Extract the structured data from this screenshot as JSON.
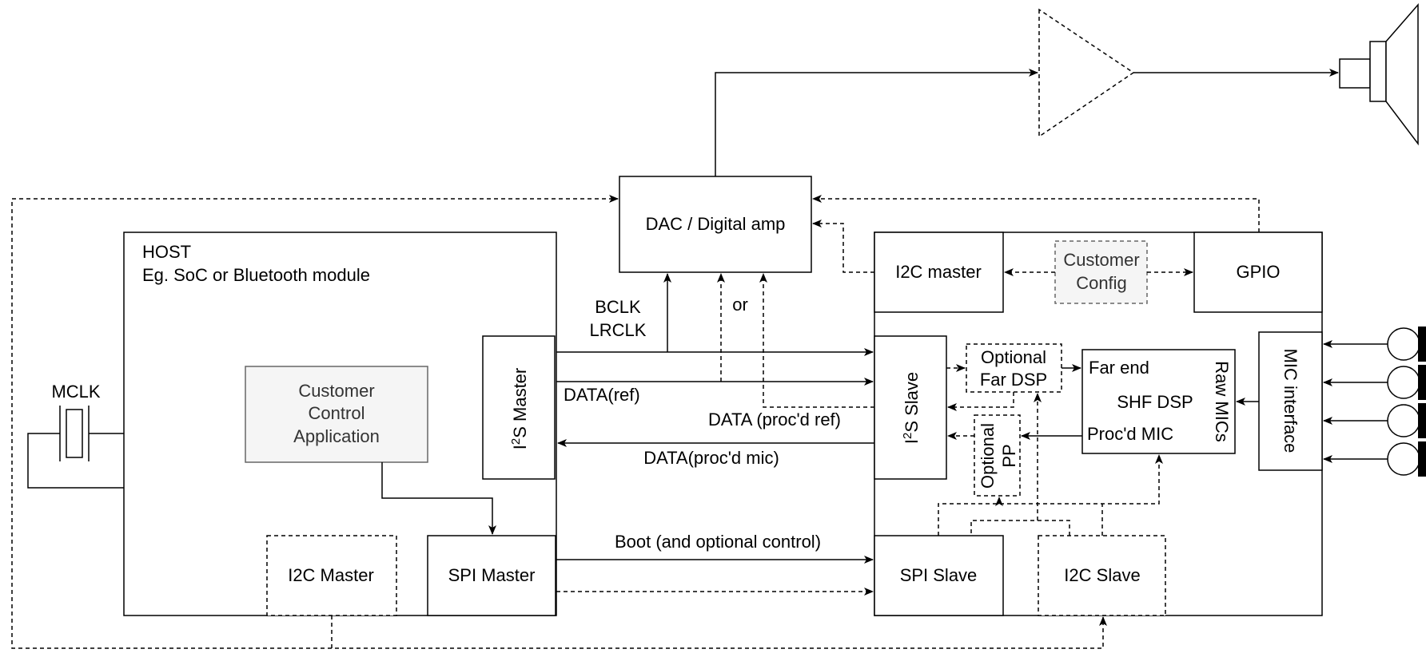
{
  "diagram": {
    "host": {
      "title": "HOST",
      "subtitle": "Eg. SoC or Bluetooth module"
    },
    "customer_control_application": [
      "Customer",
      "Control",
      "Application"
    ],
    "host_i2s_master": "I2S Master",
    "host_spi_master": "SPI Master",
    "host_i2c_master": "I2C Master",
    "mclk": "MCLK",
    "dac": "DAC / Digital amp",
    "signals": {
      "bclk": "BCLK",
      "lrclk": "LRCLK",
      "or": "or",
      "data_ref": "DATA(ref)",
      "data_procd_ref": "DATA (proc'd ref)",
      "data_procd_mic": "DATA(proc'd mic)",
      "boot": "Boot (and optional control)"
    },
    "device": {
      "i2c_master": "I2C master",
      "customer_config": [
        "Customer",
        "Config"
      ],
      "gpio": "GPIO",
      "i2s_slave": "I2S Slave",
      "optional_far_dsp": [
        "Optional",
        "Far DSP"
      ],
      "optional_pp": [
        "Optional",
        "PP"
      ],
      "shf_dsp": "SHF DSP",
      "far_end": "Far end",
      "procd_mic": "Proc'd MIC",
      "raw_mics": "Raw MICs",
      "mic_interface": "MIC interface",
      "spi_slave": "SPI Slave",
      "i2c_slave": "I2C Slave"
    }
  }
}
